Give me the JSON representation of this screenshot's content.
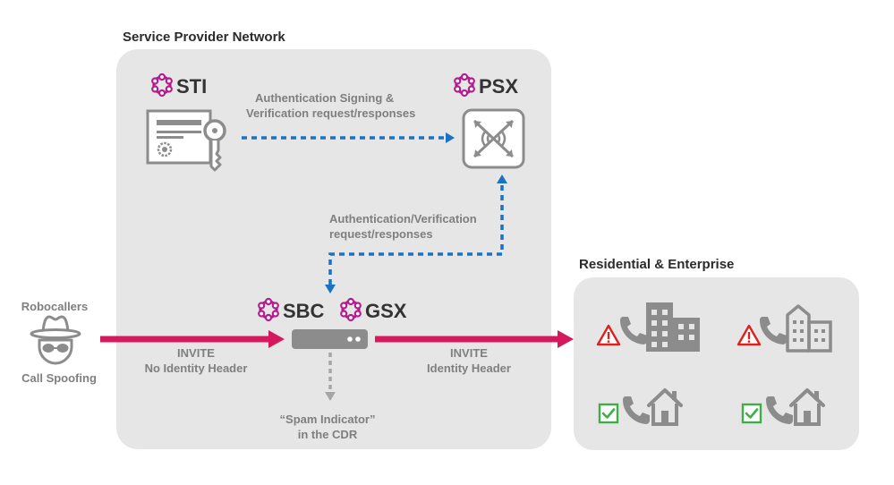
{
  "labels": {
    "service_provider_network": "Service Provider Network",
    "residential_enterprise": "Residential & Enterprise",
    "sti": "STI",
    "psx": "PSX",
    "sbc": "SBC",
    "gsx": "GSX",
    "auth_signing_line1": "Authentication Signing &",
    "auth_signing_line2": "Verification request/responses",
    "auth_verif_line1": "Authentication/Verification",
    "auth_verif_line2": "request/responses",
    "robocallers": "Robocallers",
    "call_spoofing": "Call Spoofing",
    "invite_left_line1": "INVITE",
    "invite_left_line2": "No Identity Header",
    "invite_right_line1": "INVITE",
    "invite_right_line2": "Identity Header",
    "spam_line1": "“Spam Indicator”",
    "spam_line2": "in the CDR"
  },
  "colors": {
    "panel": "#e6e6e6",
    "invite_arrow": "#d6195e",
    "dotted_blue": "#1a72c4",
    "dotted_grey": "#a6a6a6",
    "brand_logo": "#b31d8f",
    "icon_grey": "#8c8c8c",
    "warning_red": "#e0201b",
    "check_green": "#3fae49"
  },
  "icons": {
    "brand": "ribbon-logo-icon",
    "certificate": "certificate-key-icon",
    "router": "routing-switch-icon",
    "sbc_device": "network-appliance-icon",
    "spy": "spy-hat-glasses-icon",
    "warning": "warning-triangle-icon",
    "check": "checkbox-checked-icon",
    "phone": "phone-icon",
    "office": "office-building-icon",
    "house": "house-icon"
  }
}
